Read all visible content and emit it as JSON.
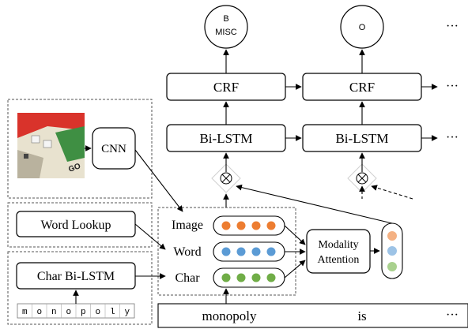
{
  "outputs": {
    "tag1_line1": "B",
    "tag1_line2": "MISC",
    "tag2": "O",
    "ellipsis": "···"
  },
  "layers": {
    "crf_label": "CRF",
    "bilstm_label": "Bi-LSTM",
    "ellipsis": "···"
  },
  "encoders": {
    "cnn_label": "CNN",
    "word_lookup_label": "Word Lookup",
    "char_bilstm_label": "Char Bi-LSTM",
    "chars": [
      "m",
      "o",
      "n",
      "o",
      "p",
      "o",
      "l",
      "y"
    ]
  },
  "modalities": {
    "image_label": "Image",
    "word_label": "Word",
    "char_label": "Char",
    "attention_line1": "Modality",
    "attention_line2": "Attention"
  },
  "input": {
    "word1": "monopoly",
    "word2": "is",
    "ellipsis": "···"
  },
  "colors": {
    "image_dots": "#ed7d31",
    "word_dots": "#5b9bd5",
    "char_dots": "#70ad47",
    "weight_top": "#f4b183",
    "weight_mid": "#9dc3e6",
    "weight_bottom": "#a9d18e",
    "photo_board": "#e8e2cf",
    "photo_red": "#d9332b",
    "photo_green": "#3f8f43"
  },
  "icons": {
    "multiply": "circled-times-icon",
    "photo": "monopoly-board-photo"
  }
}
